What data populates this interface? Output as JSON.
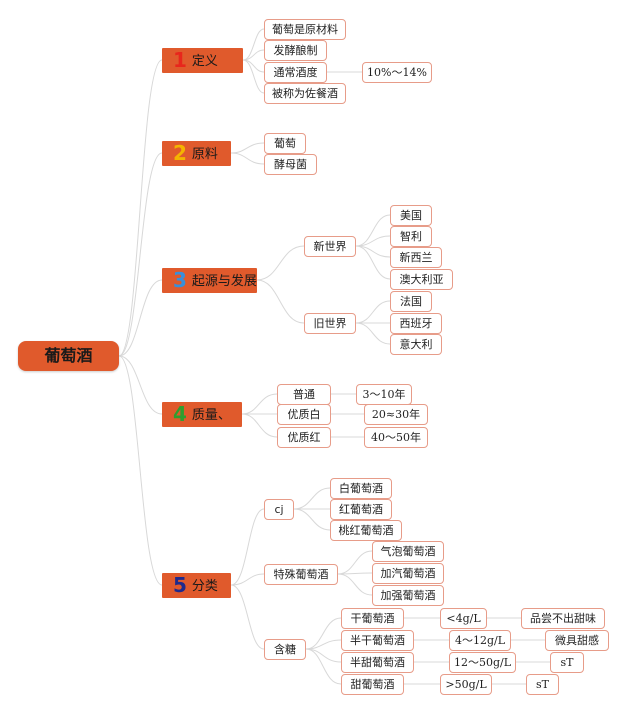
{
  "root": "葡萄酒",
  "s1": {
    "num": "1",
    "num_color": "#e8261c",
    "label": "定义",
    "items": [
      "葡萄是原材料",
      "发酵酿制",
      "通常酒度",
      "被称为佐餐酒"
    ],
    "alcohol": "10%～14%"
  },
  "s2": {
    "num": "2",
    "num_color": "#f5b400",
    "label": "原料",
    "items": [
      "葡萄",
      "酵母菌"
    ]
  },
  "s3": {
    "num": "3",
    "num_color": "#3a8fd9",
    "label": "起源与发展",
    "new_world": "新世界",
    "new_items": [
      "美国",
      "智利",
      "新西兰",
      "澳大利亚"
    ],
    "old_world": "旧世界",
    "old_items": [
      "法国",
      "西班牙",
      "意大利"
    ]
  },
  "s4": {
    "num": "4",
    "num_color": "#2f9e2f",
    "label": "质量、",
    "grades": [
      "普通",
      "优质白",
      "优质红"
    ],
    "ages": [
      "3～10年",
      "20≈30年",
      "40～50年"
    ]
  },
  "s5": {
    "num": "5",
    "num_color": "#1f2a8c",
    "label": "分类",
    "cj": "cj",
    "cj_items": [
      "白葡萄酒",
      "红葡萄酒",
      "桃红葡萄酒"
    ],
    "special": "特殊葡萄酒",
    "special_items": [
      "气泡葡萄酒",
      "加汽葡萄酒",
      "加强葡萄酒"
    ],
    "sugar": "含糖",
    "sugar_items": [
      "干葡萄酒",
      "半干葡萄酒",
      "半甜葡萄酒",
      "甜葡萄酒"
    ],
    "sugar_levels": [
      "<4g/L",
      "4～12g/L",
      "12～50g/L",
      ">50g/L"
    ],
    "tastes": [
      "品尝不出甜味",
      "微具甜感",
      "sT",
      "sT"
    ]
  },
  "colors": {
    "branch": "#e05a2c",
    "node_border": "#e79c89",
    "line": "#d8d8d8"
  }
}
